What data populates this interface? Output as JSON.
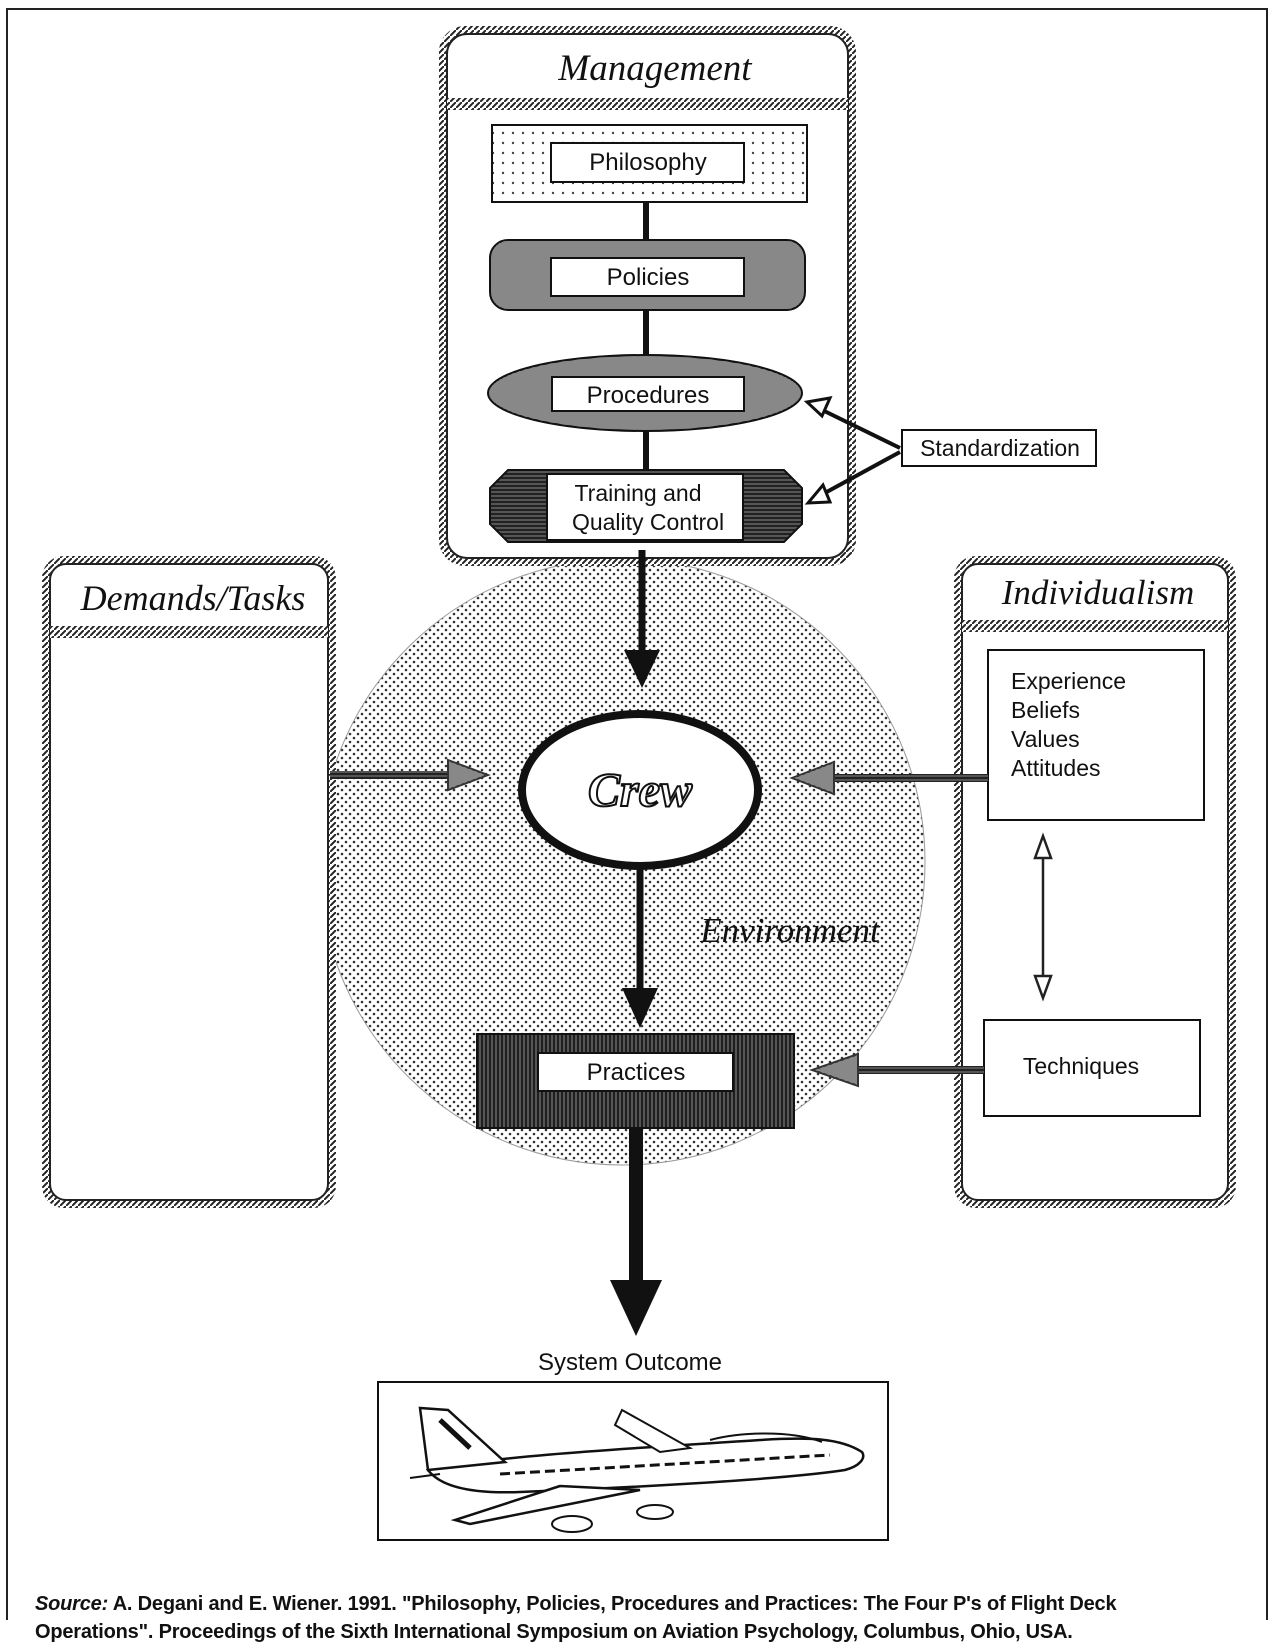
{
  "management": {
    "title": "Management",
    "philosophy": "Philosophy",
    "policies": "Policies",
    "procedures": "Procedures",
    "training_line1": "Training and",
    "training_line2": "Quality Control"
  },
  "standardization": "Standardization",
  "demands": {
    "title": "Demands/Tasks"
  },
  "individualism": {
    "title": "Individualism",
    "traits": [
      "Experience",
      "Beliefs",
      "Values",
      "Attitudes"
    ],
    "techniques": "Techniques"
  },
  "center": {
    "crew": "Crew",
    "environment": "Environment",
    "practices": "Practices"
  },
  "outcome": "System Outcome",
  "source": {
    "label": "Source:",
    "line1": " A. Degani and E. Wiener. 1991. \"Philosophy, Policies, Procedures and Practices: The Four P's of Flight Deck",
    "line2": "Operations\". Proceedings of the Sixth International Symposium on Aviation Psychology, Columbus, Ohio, USA."
  }
}
